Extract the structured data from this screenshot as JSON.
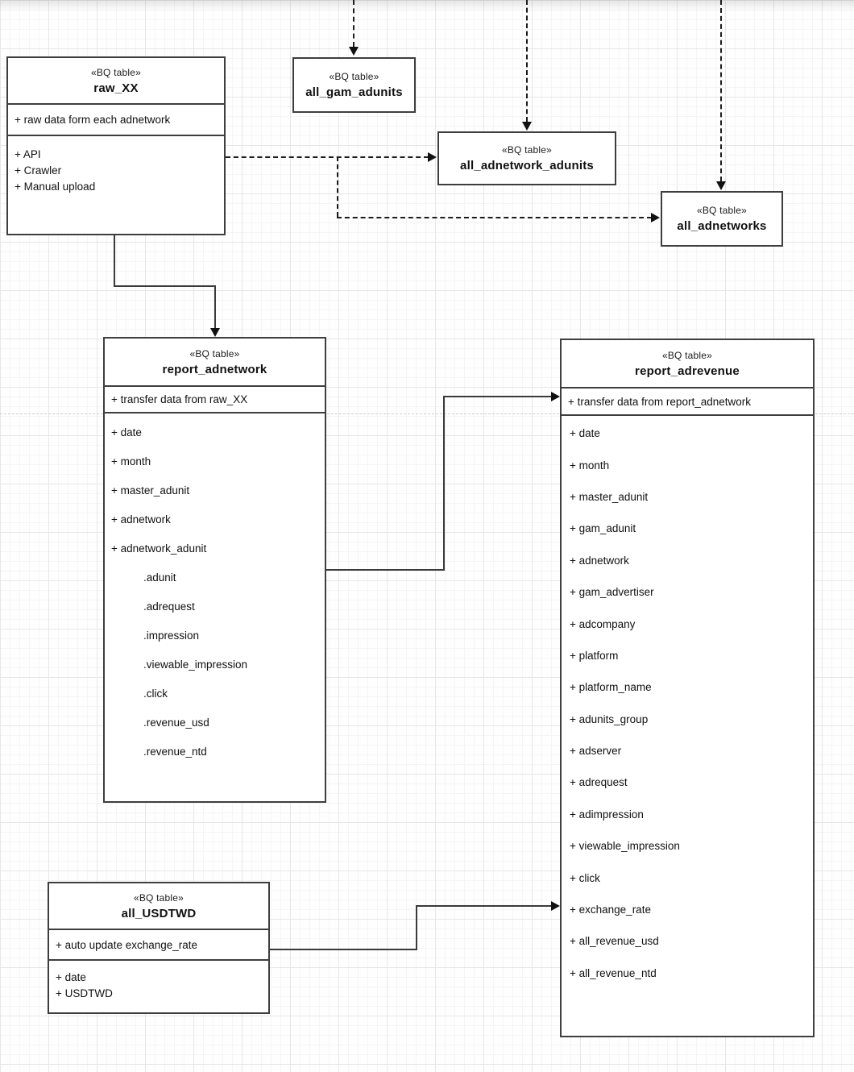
{
  "diagram": {
    "colors": {
      "box_border": "#3e3e3e",
      "box_fill": "#ffffff",
      "edge": "#1c1c1c",
      "grid_major": "#e7e7e7",
      "grid_minor": "#f5f5f5",
      "page_boundary": "#cfcfcf"
    },
    "tables": [
      {
        "id": "raw_xx",
        "stereotype": "«BQ table»",
        "name": "raw_XX",
        "sections": [
          [
            "+ raw data form each adnetwork"
          ],
          [
            "+ API",
            "+ Crawler",
            "+ Manual upload"
          ]
        ]
      },
      {
        "id": "all_gam_adunits",
        "stereotype": "«BQ table»",
        "name": "all_gam_adunits",
        "sections": []
      },
      {
        "id": "all_adnetwork_adunits",
        "stereotype": "«BQ table»",
        "name": "all_adnetwork_adunits",
        "sections": []
      },
      {
        "id": "all_adnetworks",
        "stereotype": "«BQ table»",
        "name": "all_adnetworks",
        "sections": []
      },
      {
        "id": "report_adnetwork",
        "stereotype": "«BQ table»",
        "name": "report_adnetwork",
        "sections": [
          [
            "+ transfer data from raw_XX"
          ],
          [
            "+ date",
            "+ month",
            "+ master_adunit",
            "+ adnetwork",
            "+ adnetwork_adunit",
            ".adunit",
            ".adrequest",
            ".impression",
            ".viewable_impression",
            ".click",
            ".revenue_usd",
            ".revenue_ntd"
          ]
        ]
      },
      {
        "id": "report_adrevenue",
        "stereotype": "«BQ table»",
        "name": "report_adrevenue",
        "sections": [
          [
            "+ transfer data from report_adnetwork"
          ],
          [
            "+ date",
            "+ month",
            "+ master_adunit",
            "+ gam_adunit",
            "+ adnetwork",
            "+ gam_advertiser",
            "+ adcompany",
            "+ platform",
            "+ platform_name",
            "+ adunits_group",
            "+ adserver",
            "+ adrequest",
            "+ adimpression",
            "+ viewable_impression",
            "+ click",
            "+ exchange_rate",
            "+ all_revenue_usd",
            "+ all_revenue_ntd"
          ]
        ]
      },
      {
        "id": "all_usdtwd",
        "stereotype": "«BQ table»",
        "name": "all_USDTWD",
        "sections": [
          [
            "+ auto update exchange_rate"
          ],
          [
            "+ date",
            "+ USDTWD"
          ]
        ]
      }
    ]
  }
}
